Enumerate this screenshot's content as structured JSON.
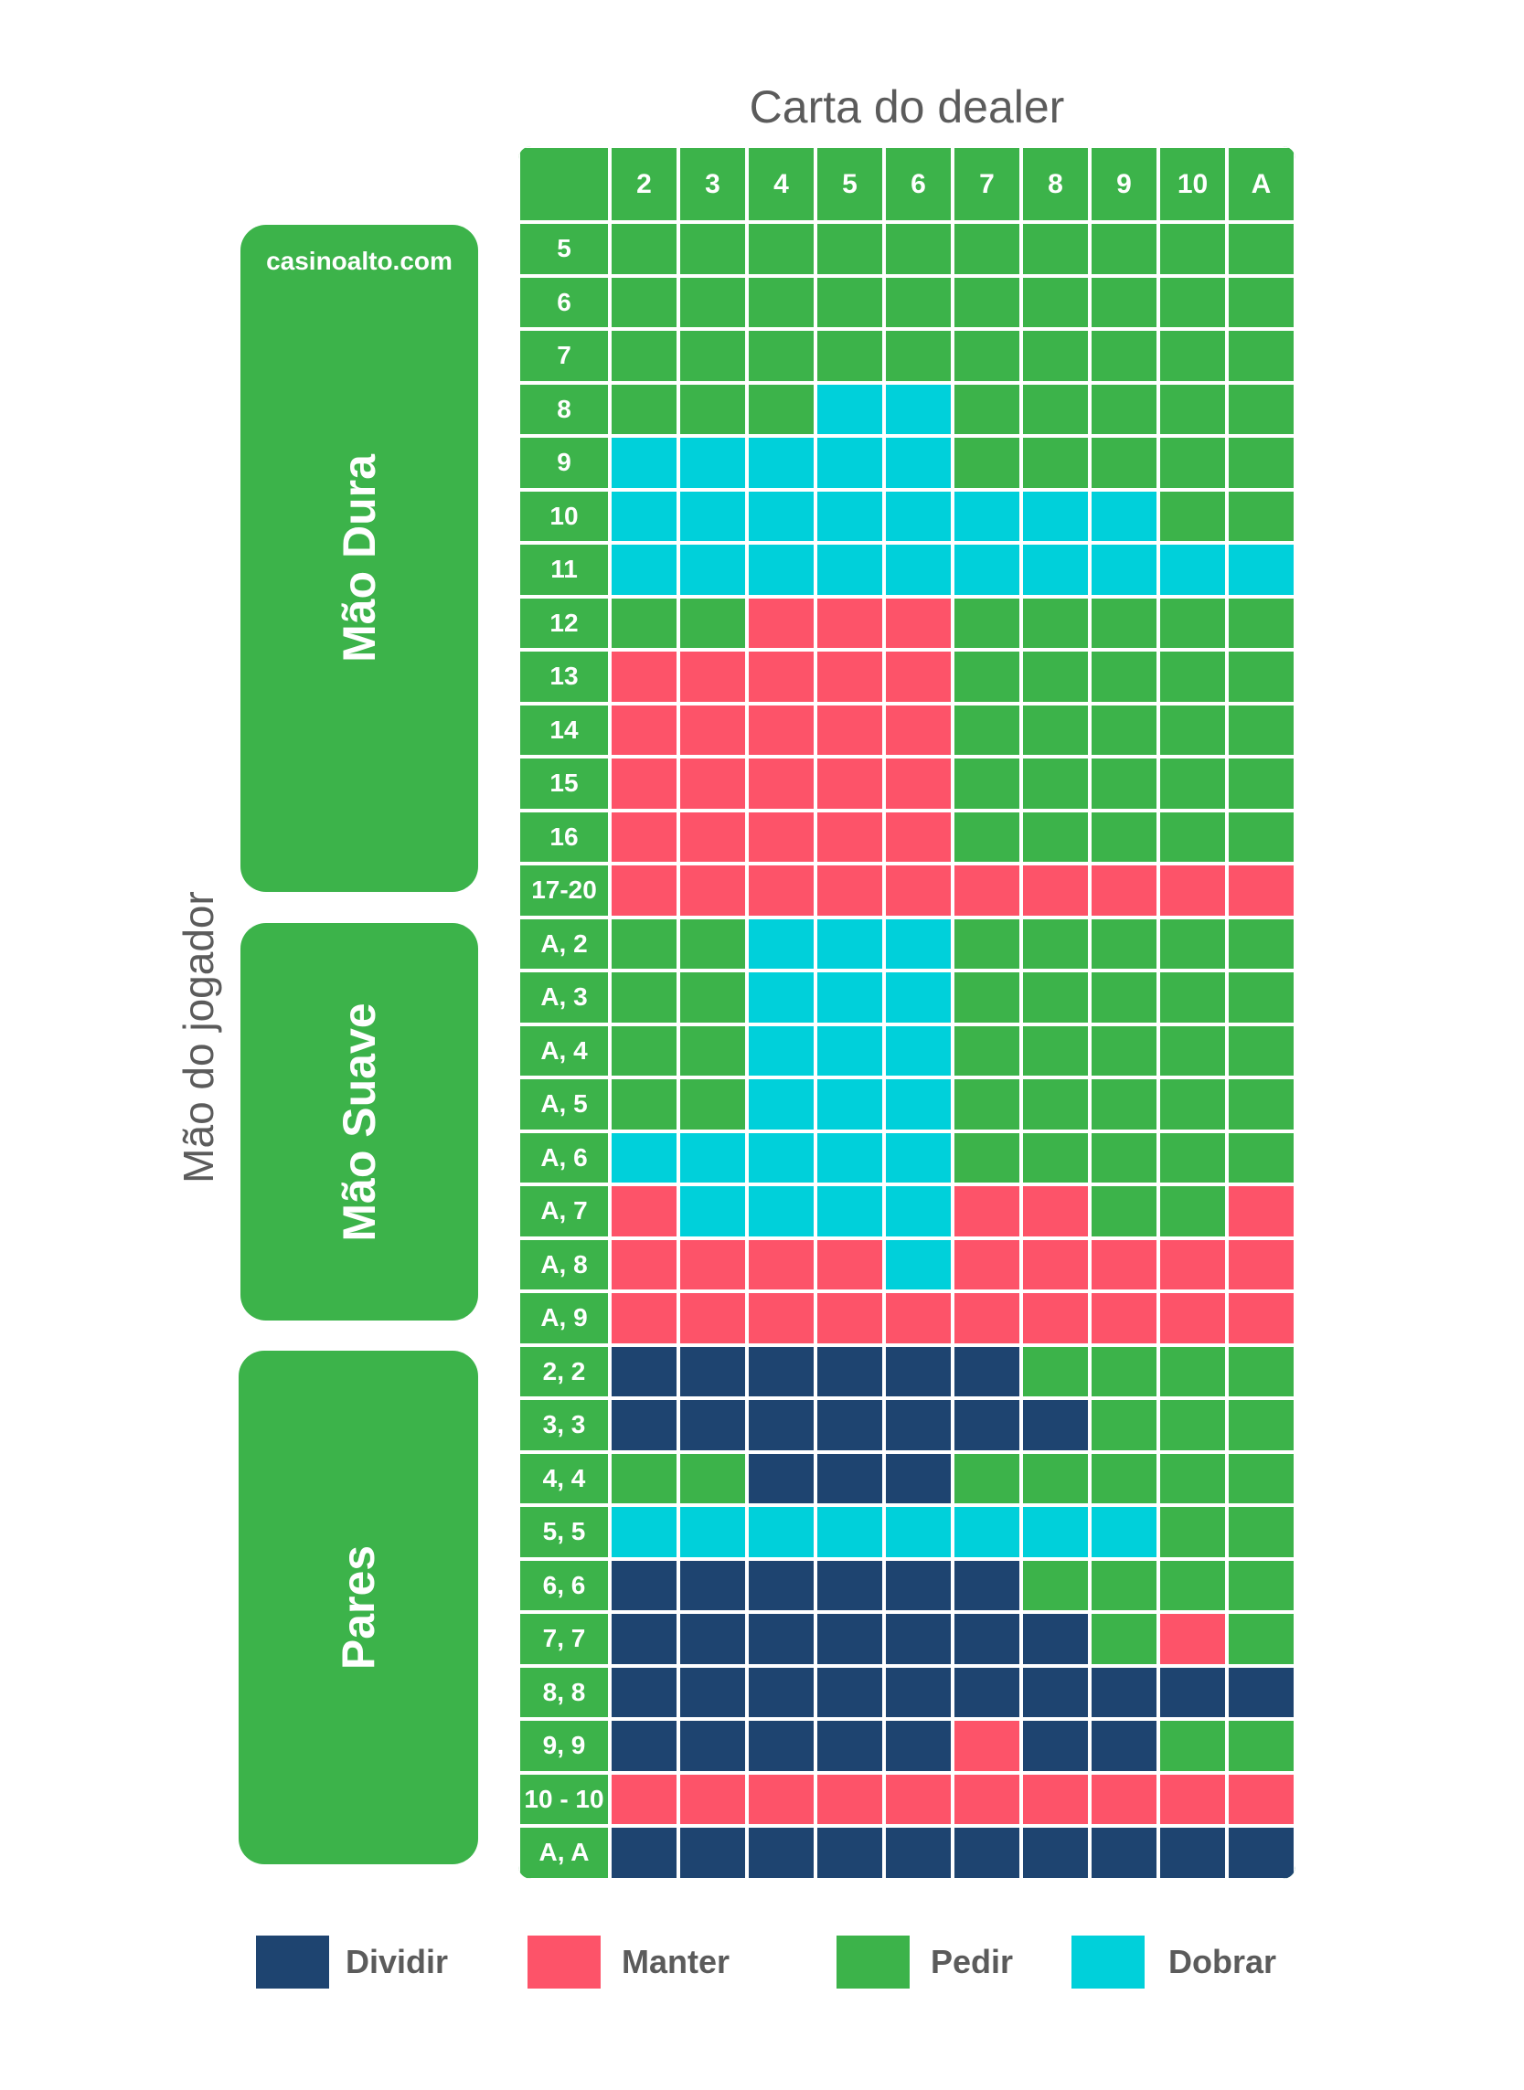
{
  "chart_data": {
    "type": "table",
    "title": "Carta do dealer",
    "ylabel": "Mão do jogador",
    "watermark": "casinoalto.com",
    "columns": [
      "2",
      "3",
      "4",
      "5",
      "6",
      "7",
      "8",
      "9",
      "10",
      "A"
    ],
    "groups": [
      {
        "name": "Mão Dura",
        "rows": [
          "5",
          "6",
          "7",
          "8",
          "9",
          "10",
          "11",
          "12",
          "13",
          "14",
          "15",
          "16",
          "17-20"
        ]
      },
      {
        "name": "Mão Suave",
        "rows": [
          "A, 2",
          "A, 3",
          "A, 4",
          "A, 5",
          "A, 6",
          "A, 7",
          "A, 8",
          "A, 9"
        ]
      },
      {
        "name": "Pares",
        "rows": [
          "2, 2",
          "3, 3",
          "4, 4",
          "5, 5",
          "6, 6",
          "7, 7",
          "8, 8",
          "9, 9",
          "10 - 10",
          "A, A"
        ]
      }
    ],
    "legend": [
      {
        "code": "D",
        "label": "Dividir",
        "color": "#1e4470"
      },
      {
        "code": "M",
        "label": "Manter",
        "color": "#fd5369"
      },
      {
        "code": "P",
        "label": "Pedir",
        "color": "#3cb34a"
      },
      {
        "code": "B",
        "label": "Dobrar",
        "color": "#00d0da"
      }
    ],
    "cells": [
      [
        "P",
        "P",
        "P",
        "P",
        "P",
        "P",
        "P",
        "P",
        "P",
        "P"
      ],
      [
        "P",
        "P",
        "P",
        "P",
        "P",
        "P",
        "P",
        "P",
        "P",
        "P"
      ],
      [
        "P",
        "P",
        "P",
        "P",
        "P",
        "P",
        "P",
        "P",
        "P",
        "P"
      ],
      [
        "P",
        "P",
        "P",
        "B",
        "B",
        "P",
        "P",
        "P",
        "P",
        "P"
      ],
      [
        "B",
        "B",
        "B",
        "B",
        "B",
        "P",
        "P",
        "P",
        "P",
        "P"
      ],
      [
        "B",
        "B",
        "B",
        "B",
        "B",
        "B",
        "B",
        "B",
        "P",
        "P"
      ],
      [
        "B",
        "B",
        "B",
        "B",
        "B",
        "B",
        "B",
        "B",
        "B",
        "B"
      ],
      [
        "P",
        "P",
        "M",
        "M",
        "M",
        "P",
        "P",
        "P",
        "P",
        "P"
      ],
      [
        "M",
        "M",
        "M",
        "M",
        "M",
        "P",
        "P",
        "P",
        "P",
        "P"
      ],
      [
        "M",
        "M",
        "M",
        "M",
        "M",
        "P",
        "P",
        "P",
        "P",
        "P"
      ],
      [
        "M",
        "M",
        "M",
        "M",
        "M",
        "P",
        "P",
        "P",
        "P",
        "P"
      ],
      [
        "M",
        "M",
        "M",
        "M",
        "M",
        "P",
        "P",
        "P",
        "P",
        "P"
      ],
      [
        "M",
        "M",
        "M",
        "M",
        "M",
        "M",
        "M",
        "M",
        "M",
        "M"
      ],
      [
        "P",
        "P",
        "B",
        "B",
        "B",
        "P",
        "P",
        "P",
        "P",
        "P"
      ],
      [
        "P",
        "P",
        "B",
        "B",
        "B",
        "P",
        "P",
        "P",
        "P",
        "P"
      ],
      [
        "P",
        "P",
        "B",
        "B",
        "B",
        "P",
        "P",
        "P",
        "P",
        "P"
      ],
      [
        "P",
        "P",
        "B",
        "B",
        "B",
        "P",
        "P",
        "P",
        "P",
        "P"
      ],
      [
        "B",
        "B",
        "B",
        "B",
        "B",
        "P",
        "P",
        "P",
        "P",
        "P"
      ],
      [
        "M",
        "B",
        "B",
        "B",
        "B",
        "M",
        "M",
        "P",
        "P",
        "M"
      ],
      [
        "M",
        "M",
        "M",
        "M",
        "B",
        "M",
        "M",
        "M",
        "M",
        "M"
      ],
      [
        "M",
        "M",
        "M",
        "M",
        "M",
        "M",
        "M",
        "M",
        "M",
        "M"
      ],
      [
        "D",
        "D",
        "D",
        "D",
        "D",
        "D",
        "P",
        "P",
        "P",
        "P"
      ],
      [
        "D",
        "D",
        "D",
        "D",
        "D",
        "D",
        "D",
        "P",
        "P",
        "P"
      ],
      [
        "P",
        "P",
        "D",
        "D",
        "D",
        "P",
        "P",
        "P",
        "P",
        "P"
      ],
      [
        "B",
        "B",
        "B",
        "B",
        "B",
        "B",
        "B",
        "B",
        "P",
        "P"
      ],
      [
        "D",
        "D",
        "D",
        "D",
        "D",
        "D",
        "P",
        "P",
        "P",
        "P"
      ],
      [
        "D",
        "D",
        "D",
        "D",
        "D",
        "D",
        "D",
        "P",
        "M",
        "P"
      ],
      [
        "D",
        "D",
        "D",
        "D",
        "D",
        "D",
        "D",
        "D",
        "D",
        "D"
      ],
      [
        "D",
        "D",
        "D",
        "D",
        "D",
        "M",
        "D",
        "D",
        "P",
        "P"
      ],
      [
        "M",
        "M",
        "M",
        "M",
        "M",
        "M",
        "M",
        "M",
        "M",
        "M"
      ],
      [
        "D",
        "D",
        "D",
        "D",
        "D",
        "D",
        "D",
        "D",
        "D",
        "D"
      ]
    ]
  }
}
